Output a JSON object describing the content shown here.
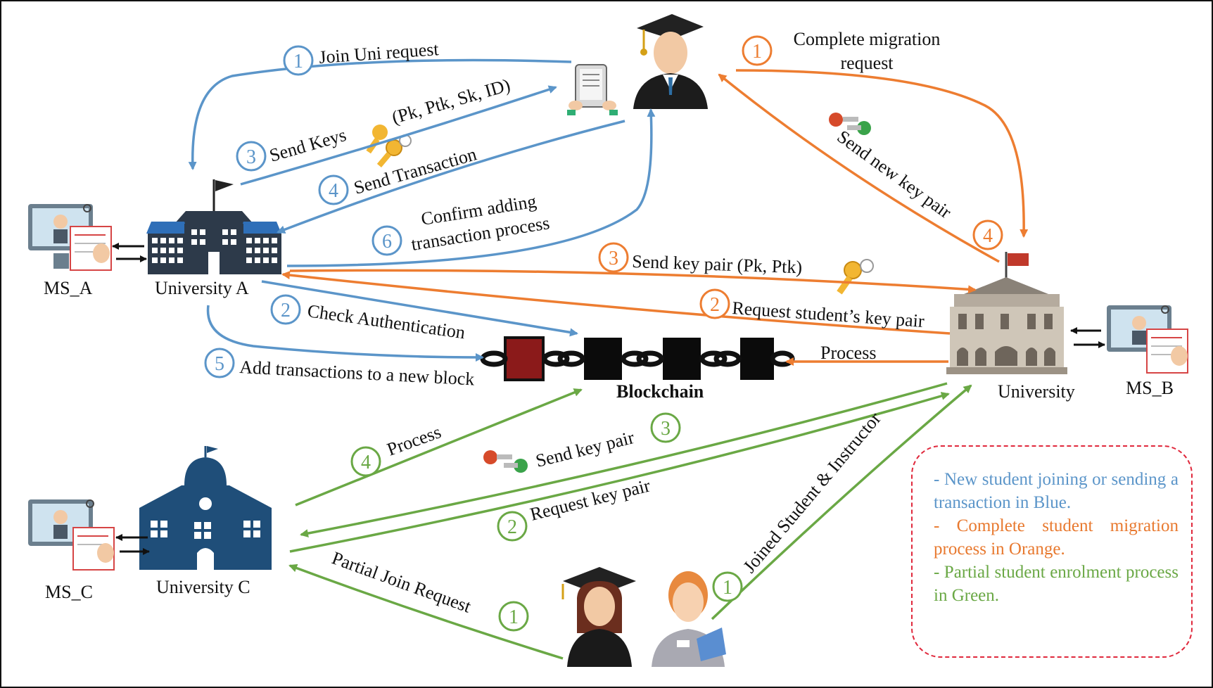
{
  "colors": {
    "blue": "#5b95c9",
    "orange": "#ed7d31",
    "green": "#6aa845",
    "legend_border": "#e0283c",
    "navy": "#1f4e79"
  },
  "entities": {
    "ms_a": "MS_A",
    "university_a": "University A",
    "ms_b": "MS_B",
    "university_b": "University",
    "ms_c": "MS_C",
    "university_c": "University C",
    "blockchain": "Blockchain"
  },
  "blue_flow": [
    {
      "step": "1",
      "label": "Join Uni request"
    },
    {
      "step": "3",
      "label": "Send Keys",
      "keys": "(Pk, Ptk, Sk, ID)"
    },
    {
      "step": "4",
      "label": "Send Transaction"
    },
    {
      "step": "6",
      "label": "Confirm adding",
      "label2": "transaction process"
    },
    {
      "step": "2",
      "label": "Check Authentication"
    },
    {
      "step": "5",
      "label": "Add transactions to a new block"
    }
  ],
  "orange_flow": [
    {
      "step": "1",
      "label": "Complete migration",
      "label2": "request"
    },
    {
      "step": "4",
      "label": "Send new key pair"
    },
    {
      "step": "3",
      "label": "Send key pair (Pk, Ptk)"
    },
    {
      "step": "2",
      "label": "Request student’s key pair"
    },
    {
      "step": "",
      "label": "Process"
    }
  ],
  "green_flow": [
    {
      "step": "4",
      "label": "Process"
    },
    {
      "step": "3",
      "label": "Send key pair"
    },
    {
      "step": "2",
      "label": "Request key pair"
    },
    {
      "step": "1",
      "label": "Partial Join Request"
    },
    {
      "step": "1",
      "label": "Joined Student & Instructor"
    }
  ],
  "legend": {
    "blue": "- New student joining or sending a transaction in Blue.",
    "orange": "- Complete student migration process in Orange.",
    "green": "- Partial student enrolment process in Green."
  },
  "icons": [
    "graduate-student-icon",
    "tablet-icon",
    "university-a-icon",
    "university-b-icon",
    "university-c-icon",
    "monitor-user-icon",
    "key-icon",
    "blockchain-icon",
    "female-graduate-icon",
    "instructor-icon"
  ]
}
